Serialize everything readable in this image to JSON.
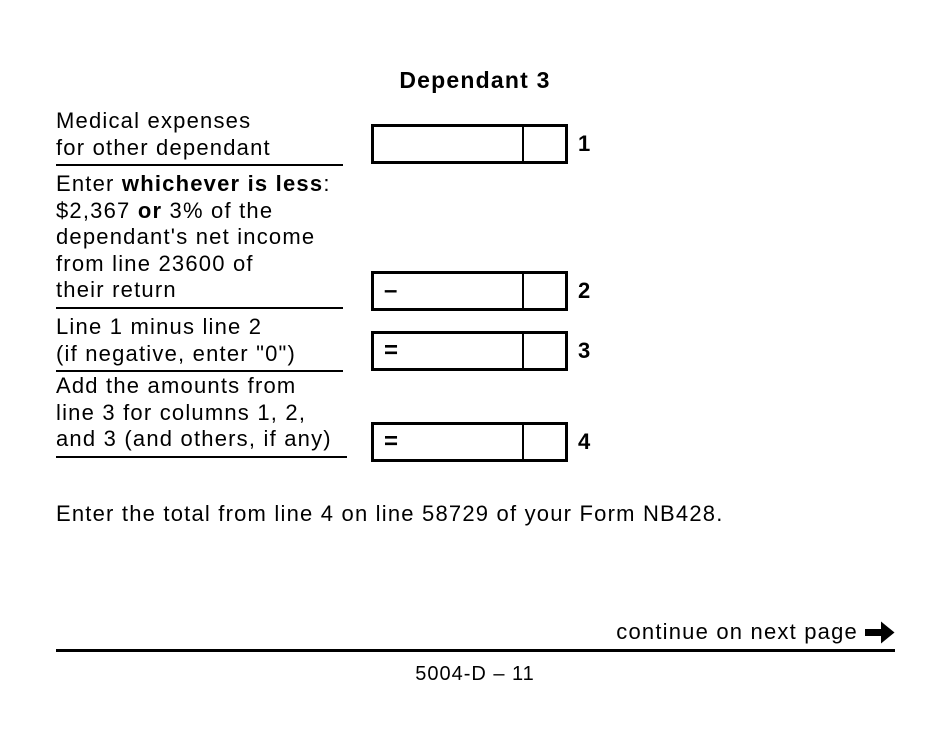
{
  "page": {
    "title": "Dependant 3",
    "footer_note": "Enter the total from line 4 on line 58729 of your Form NB428.",
    "continue_label": "continue on next page",
    "arrow_icon": "arrow-right",
    "page_number": "5004-D – 11",
    "ink_color": "#000000",
    "paper_color": "#ffffff"
  },
  "labels": {
    "medical": {
      "line1": "Medical expenses",
      "line2": "for other dependant"
    },
    "lesser": {
      "line1_pre": "Enter ",
      "line1_bold": "whichever is less",
      "line1_post": ":",
      "line2_pre": "$2,367 ",
      "line2_bold": "or",
      "line2_post": " 3% of the",
      "line3": "dependant's net income",
      "line4": "from line 23600 of",
      "line5": "their return"
    },
    "subtract": {
      "line1": "Line 1 minus line 2",
      "line2": "(if negative, enter \"0\")"
    },
    "total": {
      "line1": "Add the amounts from",
      "line2": "line 3 for columns 1, 2,",
      "line3": "and 3 (and others, if any)"
    }
  },
  "fields": {
    "line1": {
      "operator": "",
      "number": "1"
    },
    "line2": {
      "operator": "–",
      "number": "2"
    },
    "line3": {
      "operator": "=",
      "number": "3"
    },
    "line4": {
      "operator": "=",
      "number": "4"
    }
  }
}
